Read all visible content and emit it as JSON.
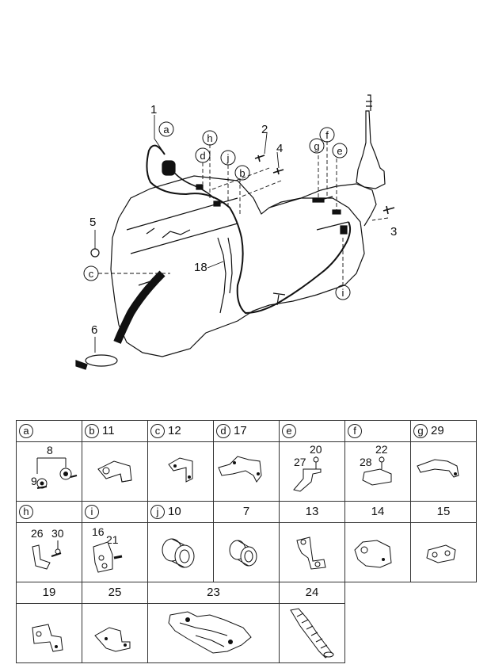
{
  "diagram": {
    "callouts": [
      "1",
      "2",
      "3",
      "4",
      "5",
      "6",
      "18"
    ],
    "letter_callouts": [
      "a",
      "b",
      "c",
      "d",
      "e",
      "f",
      "g",
      "h",
      "i",
      "j"
    ]
  },
  "table": {
    "row1": [
      {
        "letter": "a",
        "number": ""
      },
      {
        "letter": "b",
        "number": "11"
      },
      {
        "letter": "c",
        "number": "12"
      },
      {
        "letter": "d",
        "number": "17"
      },
      {
        "letter": "e",
        "number": ""
      },
      {
        "letter": "f",
        "number": ""
      },
      {
        "letter": "g",
        "number": "29"
      }
    ],
    "row2": [
      {
        "letter": "h",
        "number": ""
      },
      {
        "letter": "i",
        "number": ""
      },
      {
        "letter": "j",
        "number": "10"
      },
      {
        "letter": "",
        "number": "7"
      },
      {
        "letter": "",
        "number": "13"
      },
      {
        "letter": "",
        "number": "14"
      },
      {
        "letter": "",
        "number": "15"
      }
    ],
    "row3": [
      {
        "letter": "",
        "number": "19"
      },
      {
        "letter": "",
        "number": "25"
      },
      {
        "letter": "",
        "number": "23"
      },
      {
        "letter": "",
        "number": "24"
      }
    ],
    "sublabels": {
      "a": [
        "8",
        "9"
      ],
      "e": [
        "20",
        "27"
      ],
      "f": [
        "22",
        "28"
      ],
      "h": [
        "26",
        "30"
      ],
      "i": [
        "16",
        "21"
      ]
    }
  }
}
